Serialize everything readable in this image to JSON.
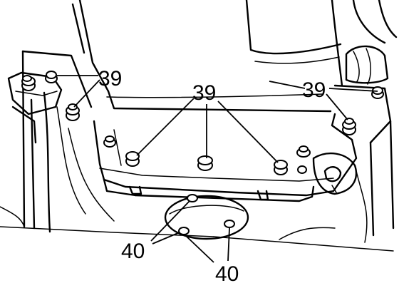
{
  "callouts": {
    "c1": "39",
    "c2": "39",
    "c3": "39",
    "c4": "40",
    "c5": "40"
  }
}
